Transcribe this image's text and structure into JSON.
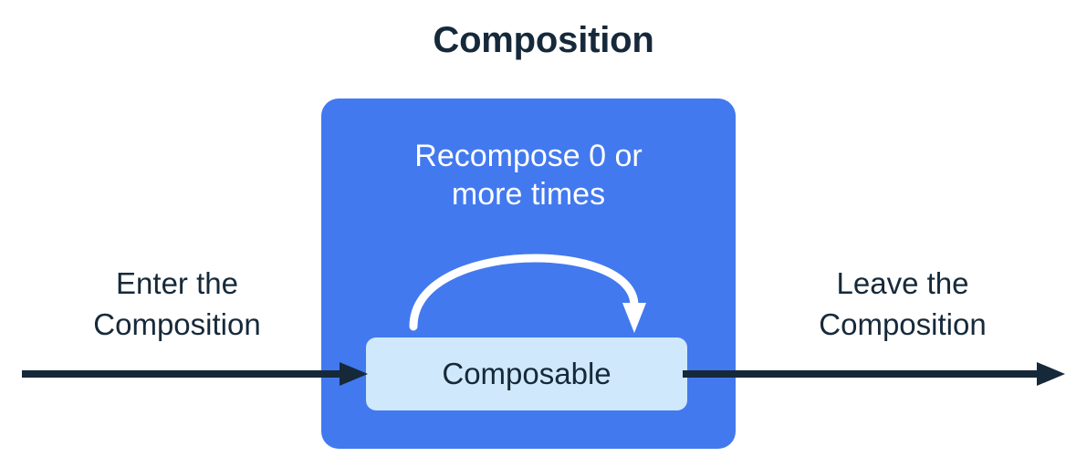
{
  "title": "Composition",
  "composition": {
    "recompose_caption": {
      "line1": "Recompose 0 or",
      "line2": "more times"
    },
    "composable_label": "Composable",
    "loop_arrow_icon": "curved-loop-arrow-icon"
  },
  "enter": {
    "label_line1": "Enter the",
    "label_line2": "Composition",
    "arrow_icon": "right-arrow-icon"
  },
  "leave": {
    "label_line1": "Leave the",
    "label_line2": "Composition",
    "arrow_icon": "right-arrow-icon"
  },
  "colors": {
    "background": "#ffffff",
    "composition_blue": "#4279ef",
    "composable_light_blue": "#d0e8fb",
    "text_navy": "#16293a",
    "caption_white": "#ffffff"
  }
}
